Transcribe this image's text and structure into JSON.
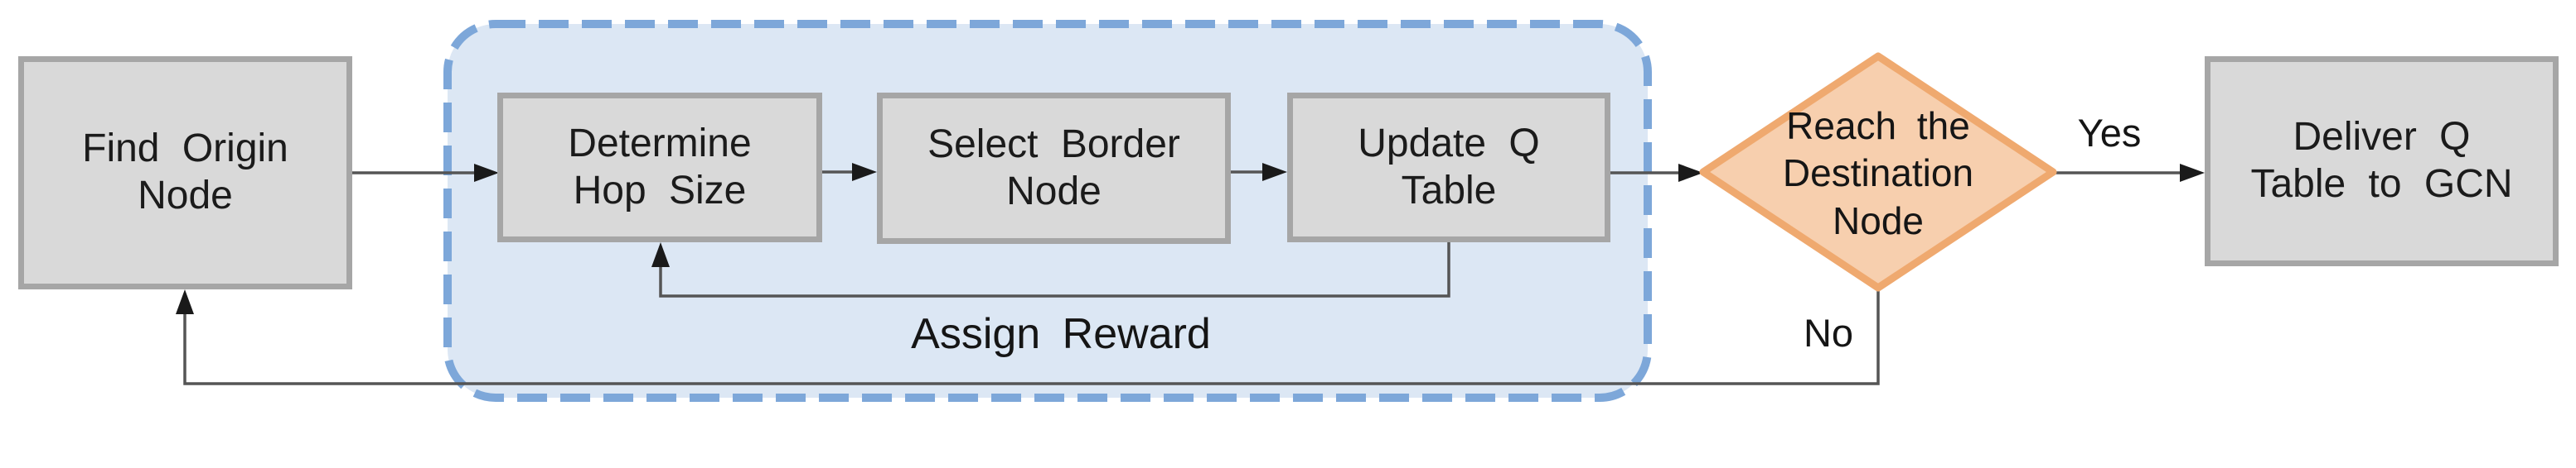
{
  "diagram": {
    "type": "flowchart",
    "nodes": {
      "find_origin": {
        "line1": "Find Origin",
        "line2": "Node"
      },
      "determine_hop": {
        "line1": "Determine",
        "line2": "Hop Size"
      },
      "select_border": {
        "line1": "Select Border",
        "line2": "Node"
      },
      "update_q": {
        "line1": "Update Q",
        "line2": "Table"
      },
      "decision": {
        "line1": "Reach the",
        "line2": "Destination",
        "line3": "Node"
      },
      "deliver_q": {
        "line1": "Deliver Q",
        "line2": "Table to GCN"
      }
    },
    "edge_labels": {
      "yes": "Yes",
      "no": "No",
      "reward": "Assign Reward"
    },
    "colors": {
      "process_fill": "#d9d9d9",
      "process_border": "#a6a6a6",
      "loop_container_fill": "#dce7f4",
      "loop_container_border": "#7da7d9",
      "decision_fill": "#f7cfae",
      "decision_border": "#efa96f",
      "connector_line": "#555555",
      "arrowhead": "#1a1a1a",
      "text": "#1b1b1b",
      "background": "#ffffff"
    }
  }
}
